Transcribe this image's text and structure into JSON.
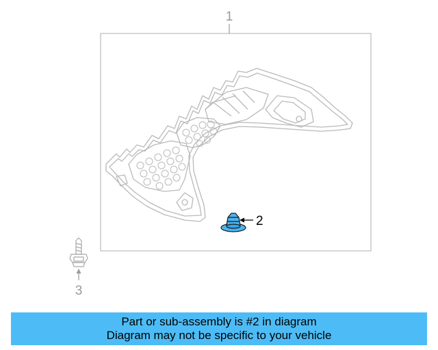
{
  "callouts": {
    "part1": "1",
    "part2": "2",
    "part3": "3"
  },
  "banner": {
    "line1": "Part or sub-assembly is #2 in diagram",
    "line2": "Diagram may not be specific to your vehicle"
  },
  "colors": {
    "banner_bg": "#4dbcf6",
    "highlight_part": "#4cb4f0",
    "line_art": "#b9b9b9",
    "frame": "#c8c8c8"
  }
}
